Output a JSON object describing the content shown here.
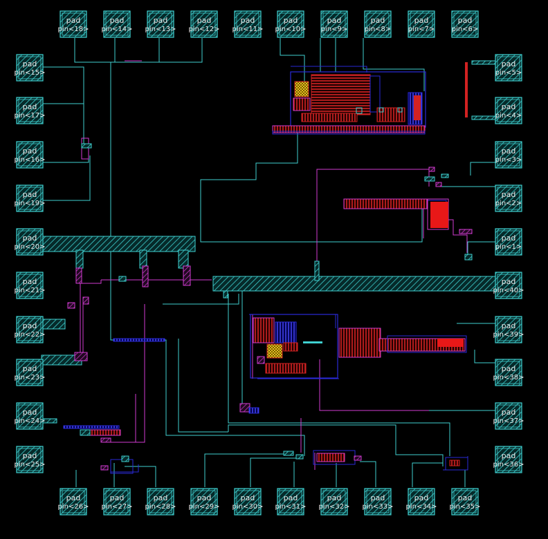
{
  "layout_view": {
    "colors": {
      "background": "#000000",
      "wire_cyan": "#3fd0d0",
      "wire_blue": "#2a2ad8",
      "wire_magenta": "#d23cd2",
      "metal_red": "#d22222",
      "pad_hatch": "#3fd0d0",
      "fill_yellow": "#e0c020",
      "label": "#e8e8e8"
    },
    "pads": {
      "top": [
        {
          "net": "pad",
          "pin": "pin<18>"
        },
        {
          "net": "pad",
          "pin": "pin<14>"
        },
        {
          "net": "pad",
          "pin": "pin<13>"
        },
        {
          "net": "pad",
          "pin": "pin<12>"
        },
        {
          "net": "pad",
          "pin": "pin<11>"
        },
        {
          "net": "pad",
          "pin": "pin<10>"
        },
        {
          "net": "pad",
          "pin": "pin<9>"
        },
        {
          "net": "pad",
          "pin": "pin<8>"
        },
        {
          "net": "pad",
          "pin": "pin<7>"
        },
        {
          "net": "pad",
          "pin": "pin<6>"
        }
      ],
      "left": [
        {
          "net": "pad",
          "pin": "pin<15>"
        },
        {
          "net": "pad",
          "pin": "pin<17>"
        },
        {
          "net": "pad",
          "pin": "pin<16>"
        },
        {
          "net": "pad",
          "pin": "pin<19>"
        },
        {
          "net": "pad",
          "pin": "pin<20>"
        },
        {
          "net": "pad",
          "pin": "pin<21>"
        },
        {
          "net": "pad",
          "pin": "pin<22>"
        },
        {
          "net": "pad",
          "pin": "pin<23>"
        },
        {
          "net": "pad",
          "pin": "pin<24>"
        },
        {
          "net": "pad",
          "pin": "pin<25>"
        }
      ],
      "right": [
        {
          "net": "pad",
          "pin": "pin<5>"
        },
        {
          "net": "pad",
          "pin": "pin<4>"
        },
        {
          "net": "pad",
          "pin": "pin<3>"
        },
        {
          "net": "pad",
          "pin": "pin<2>"
        },
        {
          "net": "pad",
          "pin": "pin<1>"
        },
        {
          "net": "pad",
          "pin": "pin<40>"
        },
        {
          "net": "pad",
          "pin": "pin<39>"
        },
        {
          "net": "pad",
          "pin": "pin<38>"
        },
        {
          "net": "pad",
          "pin": "pin<37>"
        },
        {
          "net": "pad",
          "pin": "pin<36>"
        }
      ],
      "bottom": [
        {
          "net": "pad",
          "pin": "pin<26>"
        },
        {
          "net": "pad",
          "pin": "pin<27>"
        },
        {
          "net": "pad",
          "pin": "pin<28>"
        },
        {
          "net": "pad",
          "pin": "pin<29>"
        },
        {
          "net": "pad",
          "pin": "pin<30>"
        },
        {
          "net": "pad",
          "pin": "pin<31>"
        },
        {
          "net": "pad",
          "pin": "pin<32>"
        },
        {
          "net": "pad",
          "pin": "pin<33>"
        },
        {
          "net": "pad",
          "pin": "pin<34>"
        },
        {
          "net": "pad",
          "pin": "pin<35>"
        }
      ]
    }
  }
}
